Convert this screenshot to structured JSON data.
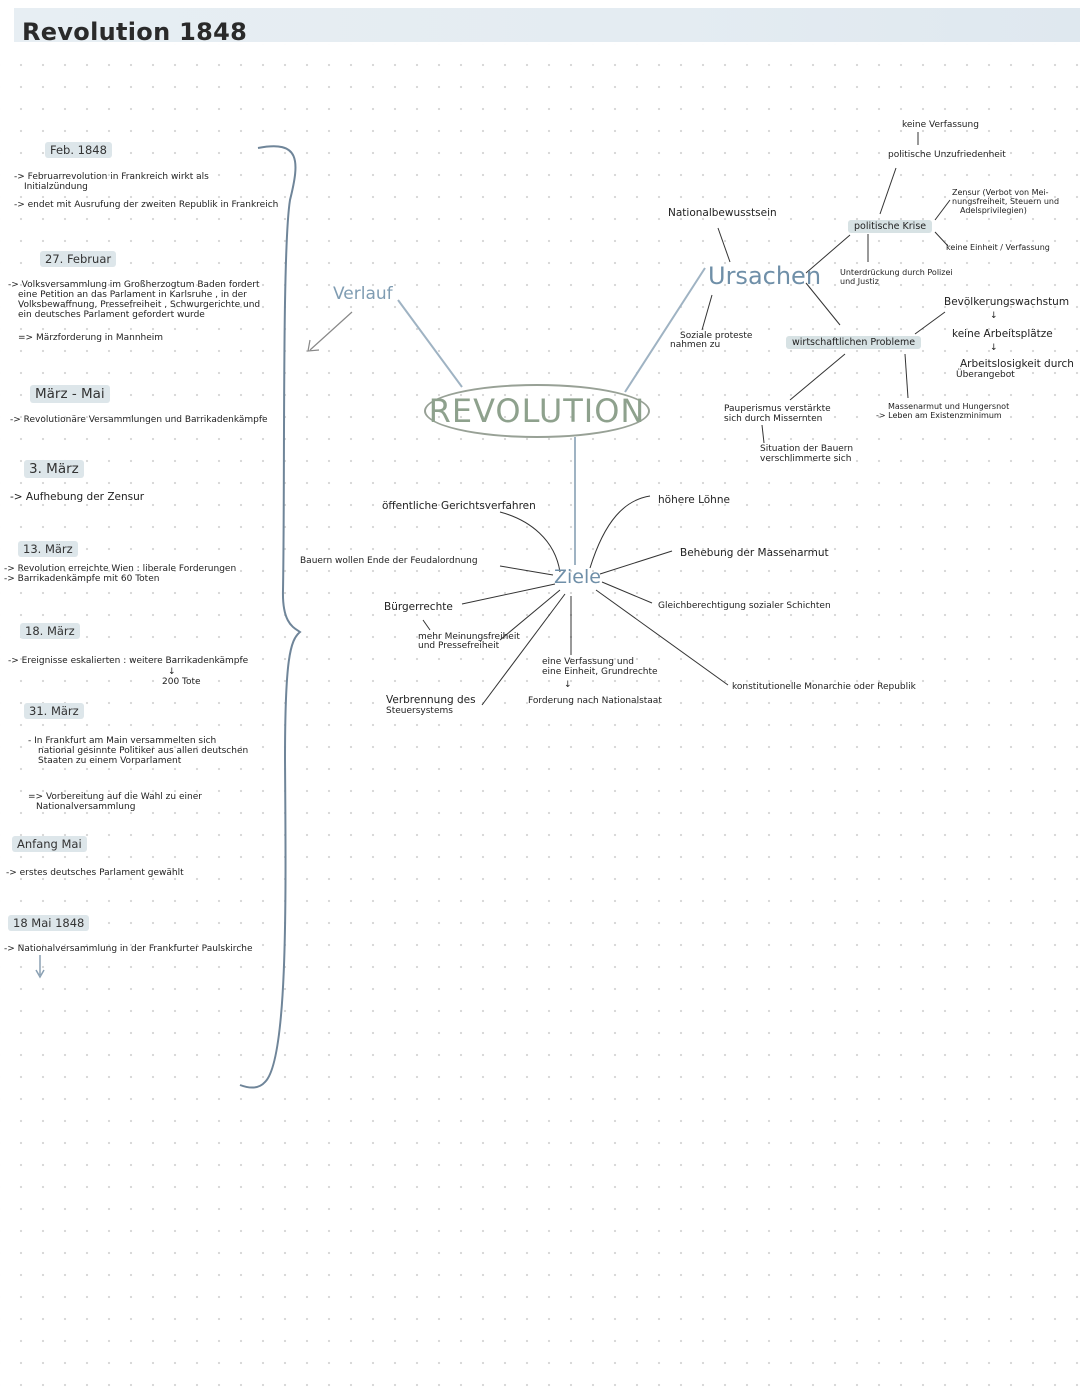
{
  "title": "Revolution 1848",
  "timeline": [
    {
      "date": "Feb. 1848",
      "lines": [
        "-> Februarrevolution in Frankreich wirkt als",
        "Initialzündung",
        "-> endet mit Ausrufung der zweiten Republik in Frankreich"
      ]
    },
    {
      "date": "27. Februar",
      "lines": [
        "-> Volksversammlung im Großherzogtum Baden fordert",
        "eine Petition an das Parlament in Karlsruhe , in der",
        "Volksbewaffnung, Pressefreiheit , Schwurgerichte und",
        "ein deutsches Parlament gefordert wurde",
        "=> Märzforderung in Mannheim"
      ]
    },
    {
      "date": "März - Mai",
      "lines": [
        "-> Revolutionäre Versammlungen und Barrikadenkämpfe"
      ]
    },
    {
      "date": "3. März",
      "lines": [
        "-> Aufhebung der Zensur"
      ]
    },
    {
      "date": "13. März",
      "lines": [
        "-> Revolution erreichte Wien : liberale Forderungen",
        "-> Barrikadenkämpfe mit 60 Toten"
      ]
    },
    {
      "date": "18. März",
      "lines": [
        "-> Ereignisse eskalierten : weitere Barrikadenkämpfe",
        "↓",
        "200 Tote"
      ]
    },
    {
      "date": "31. März",
      "lines": [
        "- In Frankfurt am Main versammelten sich",
        "national gesinnte Politiker aus allen deutschen",
        "Staaten zu einem Vorparlament",
        "=> Vorbereitung auf die Wahl zu einer",
        "Nationalversammlung"
      ]
    },
    {
      "date": "Anfang Mai",
      "lines": [
        "-> erstes deutsches Parlament gewählt"
      ]
    },
    {
      "date": "18 Mai 1848",
      "lines": [
        "-> Nationalversammlung in der Frankfurter Paulskirche"
      ]
    }
  ],
  "center": "REVOLUTION",
  "verlauf": "Verlauf",
  "ursachen": {
    "label": "Ursachen",
    "nationalbewusstsein": "Nationalbewusstsein",
    "soziale": [
      "Soziale proteste",
      "nahmen zu"
    ],
    "politische_krise": "politische Krise",
    "keine_verfassung": "keine Verfassung",
    "unzufriedenheit": "politische Unzufriedenheit",
    "zensur": [
      "Zensur (Verbot von Mei-",
      "nungsfreiheit, Steuern und",
      "Adelsprivilegien)"
    ],
    "keine_einheit": "keine Einheit / Verfassung",
    "unterdrueckung": [
      "Unterdrückung durch Polizei",
      "und Justiz"
    ],
    "wirtschaftliche": "wirtschaftlichen Probleme",
    "bevoelkerung": "Bevölkerungswachstum",
    "arrow1": "↓",
    "arbeitsplaetze": "keine Arbeitsplätze",
    "arrow2": "↓",
    "arbeitslosigkeit": [
      "Arbeitslosigkeit durch",
      "Überangebot"
    ],
    "pauperismus": [
      "Pauperismus verstärkte",
      "sich durch Missernten"
    ],
    "massenarmut": [
      "Massenarmut und Hungersnot",
      "-> Leben am Existenzminimum"
    ],
    "bauern": [
      "Situation der Bauern",
      "verschlimmerte sich"
    ]
  },
  "ziele": {
    "label": "Ziele",
    "gericht": "öffentliche Gerichtsverfahren",
    "bauern": "Bauern wollen Ende der Feudalordnung",
    "buergerrechte": "Bürgerrechte",
    "meinung": [
      "mehr Meinungsfreiheit",
      "und Pressefreiheit"
    ],
    "steuersystem": [
      "Verbrennung des",
      "Steuersystems"
    ],
    "verfassung": [
      "eine Verfassung und",
      "eine Einheit, Grundrechte"
    ],
    "arrow": "↓",
    "nationalstaat": "Forderung nach Nationalstaat",
    "loehne": "höhere Löhne",
    "massenarmut": "Behebung der Massenarmut",
    "gleich": "Gleichberechtigung sozialer Schichten",
    "monarchie": "konstitutionelle Monarchie oder Republik"
  }
}
